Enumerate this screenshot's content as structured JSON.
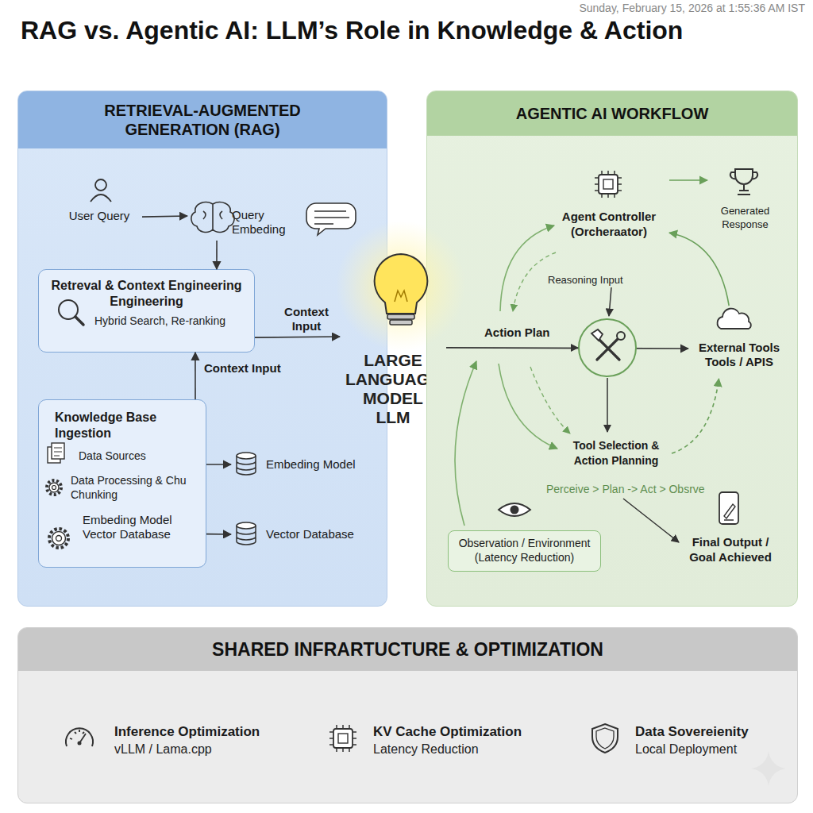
{
  "diagram": {
    "title": "RAG vs. Agentic AI: LLM’s Role in Knowledge & Action",
    "nodes": [
      {
        "text": [
          "RETRIEVAL-AUGMENTED GENERATION (RAG)"
        ]
      },
      {
        "text": [
          "User Query"
        ],
        "in": 0
      },
      {
        "text": [
          "Query Embeding"
        ],
        "in": 0
      },
      {
        "text": [
          "Retreval & Context Engineering Engineering",
          "Hybrid Search, Re-ranking"
        ],
        "in": 0
      },
      {
        "text": [
          "Knowledge Base Ingestion",
          "Data Sources",
          "Data Processing & Chu Chunking",
          "Embeding Model Vector Database"
        ],
        "in": 0
      },
      {
        "text": [
          "Embeding Model"
        ],
        "in": 0
      },
      {
        "text": [
          "Vector Database"
        ],
        "in": 0
      },
      {
        "text": [
          "LARGE LANGUAGE MODEL LLM"
        ]
      },
      {
        "text": [
          "AGENTIC AI WORKFLOW"
        ]
      },
      {
        "text": [
          "Agent Controller (Orcheraator)"
        ],
        "in": 8
      },
      {
        "text": [
          "Generated Response"
        ],
        "in": 8
      },
      {
        "text": [
          "External Tools Tools / APIS"
        ],
        "in": 8
      },
      {
        "text": [
          "Tool Selection & Action Planning"
        ],
        "in": 8
      },
      {
        "text": [
          "Observation / Environment (Latency Reduction)"
        ],
        "in": 8
      },
      {
        "text": [
          "Final Output / Goal Achieved"
        ],
        "in": 8
      },
      {
        "text": [
          "SHARED INFRARTUCTURE & OPTIMIZATION"
        ]
      }
    ],
    "edges": [
      {
        "from": 1,
        "to": 2,
        "arrow": "to"
      },
      {
        "from": 2,
        "to": 3,
        "arrow": "to"
      },
      {
        "from": 4,
        "to": 3,
        "label": "Context Input",
        "arrow": "to"
      },
      {
        "from": 3,
        "to": 7,
        "label": "Context Input",
        "arrow": "to"
      },
      {
        "from": 4,
        "to": 5,
        "arrow": "to"
      },
      {
        "from": 4,
        "to": 6,
        "arrow": "to"
      },
      {
        "from": 7,
        "to": 11,
        "label": "Action Plan",
        "arrow": "to"
      },
      {
        "from": 9,
        "to": 10,
        "arrow": "to"
      },
      {
        "from": 11,
        "to": 9,
        "arrow": "to"
      },
      {
        "from": 12,
        "to": 11,
        "arrow": "to"
      }
    ],
    "labels": [
      "Sunday, February 15, 2026 at 1:55:36 AM IST",
      "Reasoning Input",
      "Perceive > Plan -> Act > Obsrve",
      "Inference Optimization",
      "vLLM / Lama.cpp",
      "KV Cache Optimization",
      "Latency Reduction",
      "Data Sovereienity",
      "Local Deployment"
    ]
  }
}
